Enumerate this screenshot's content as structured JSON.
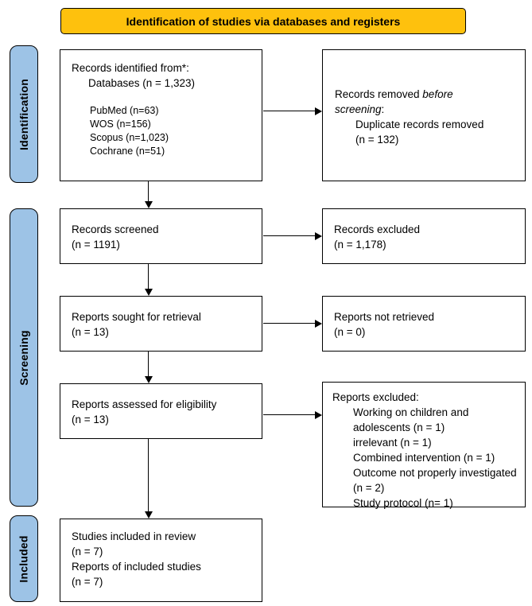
{
  "banner": {
    "label": "Identification of studies via databases and registers"
  },
  "stages": {
    "identification": "Identification",
    "screening": "Screening",
    "included": "Included"
  },
  "colors": {
    "banner_bg": "#FEC10D",
    "stage_bg": "#9DC3E6",
    "line": "#000000"
  },
  "boxes": {
    "records_identified": {
      "heading": "Records identified from*:",
      "databases_total": "Databases (n = 1,323)",
      "sources": [
        "PubMed (n=63)",
        "WOS (n=156)",
        "Scopus (n=1,023)",
        "Cochrane (n=51)"
      ]
    },
    "records_removed": {
      "line1_normal": "Records removed ",
      "line1_italic": "before",
      "line2_italic": "screening",
      "line2_colon": ":",
      "reason_line1": "Duplicate records removed",
      "reason_line2": "(n = 132)"
    },
    "records_screened": {
      "line1": "Records screened",
      "line2": "(n = 1191)"
    },
    "records_excluded": {
      "line1": "Records excluded",
      "line2": "(n = 1,178)"
    },
    "reports_sought": {
      "line1": "Reports sought for retrieval",
      "line2": "(n = 13)"
    },
    "reports_not_retrieved": {
      "line1": "Reports not retrieved",
      "line2": "(n = 0)"
    },
    "reports_assessed": {
      "line1": "Reports assessed for eligibility",
      "line2": "(n = 13)"
    },
    "reports_excluded": {
      "heading": "Reports excluded:",
      "reasons": [
        "Working on children and adolescents (n = 1)",
        "irrelevant (n = 1)",
        "Combined intervention (n = 1)",
        "Outcome not properly investigated (n = 2)",
        "Study protocol (n= 1)"
      ]
    },
    "studies_included": {
      "line1": "Studies included in review",
      "line2": "(n = 7)",
      "line3": "Reports of included studies",
      "line4": "(n = 7)"
    }
  }
}
